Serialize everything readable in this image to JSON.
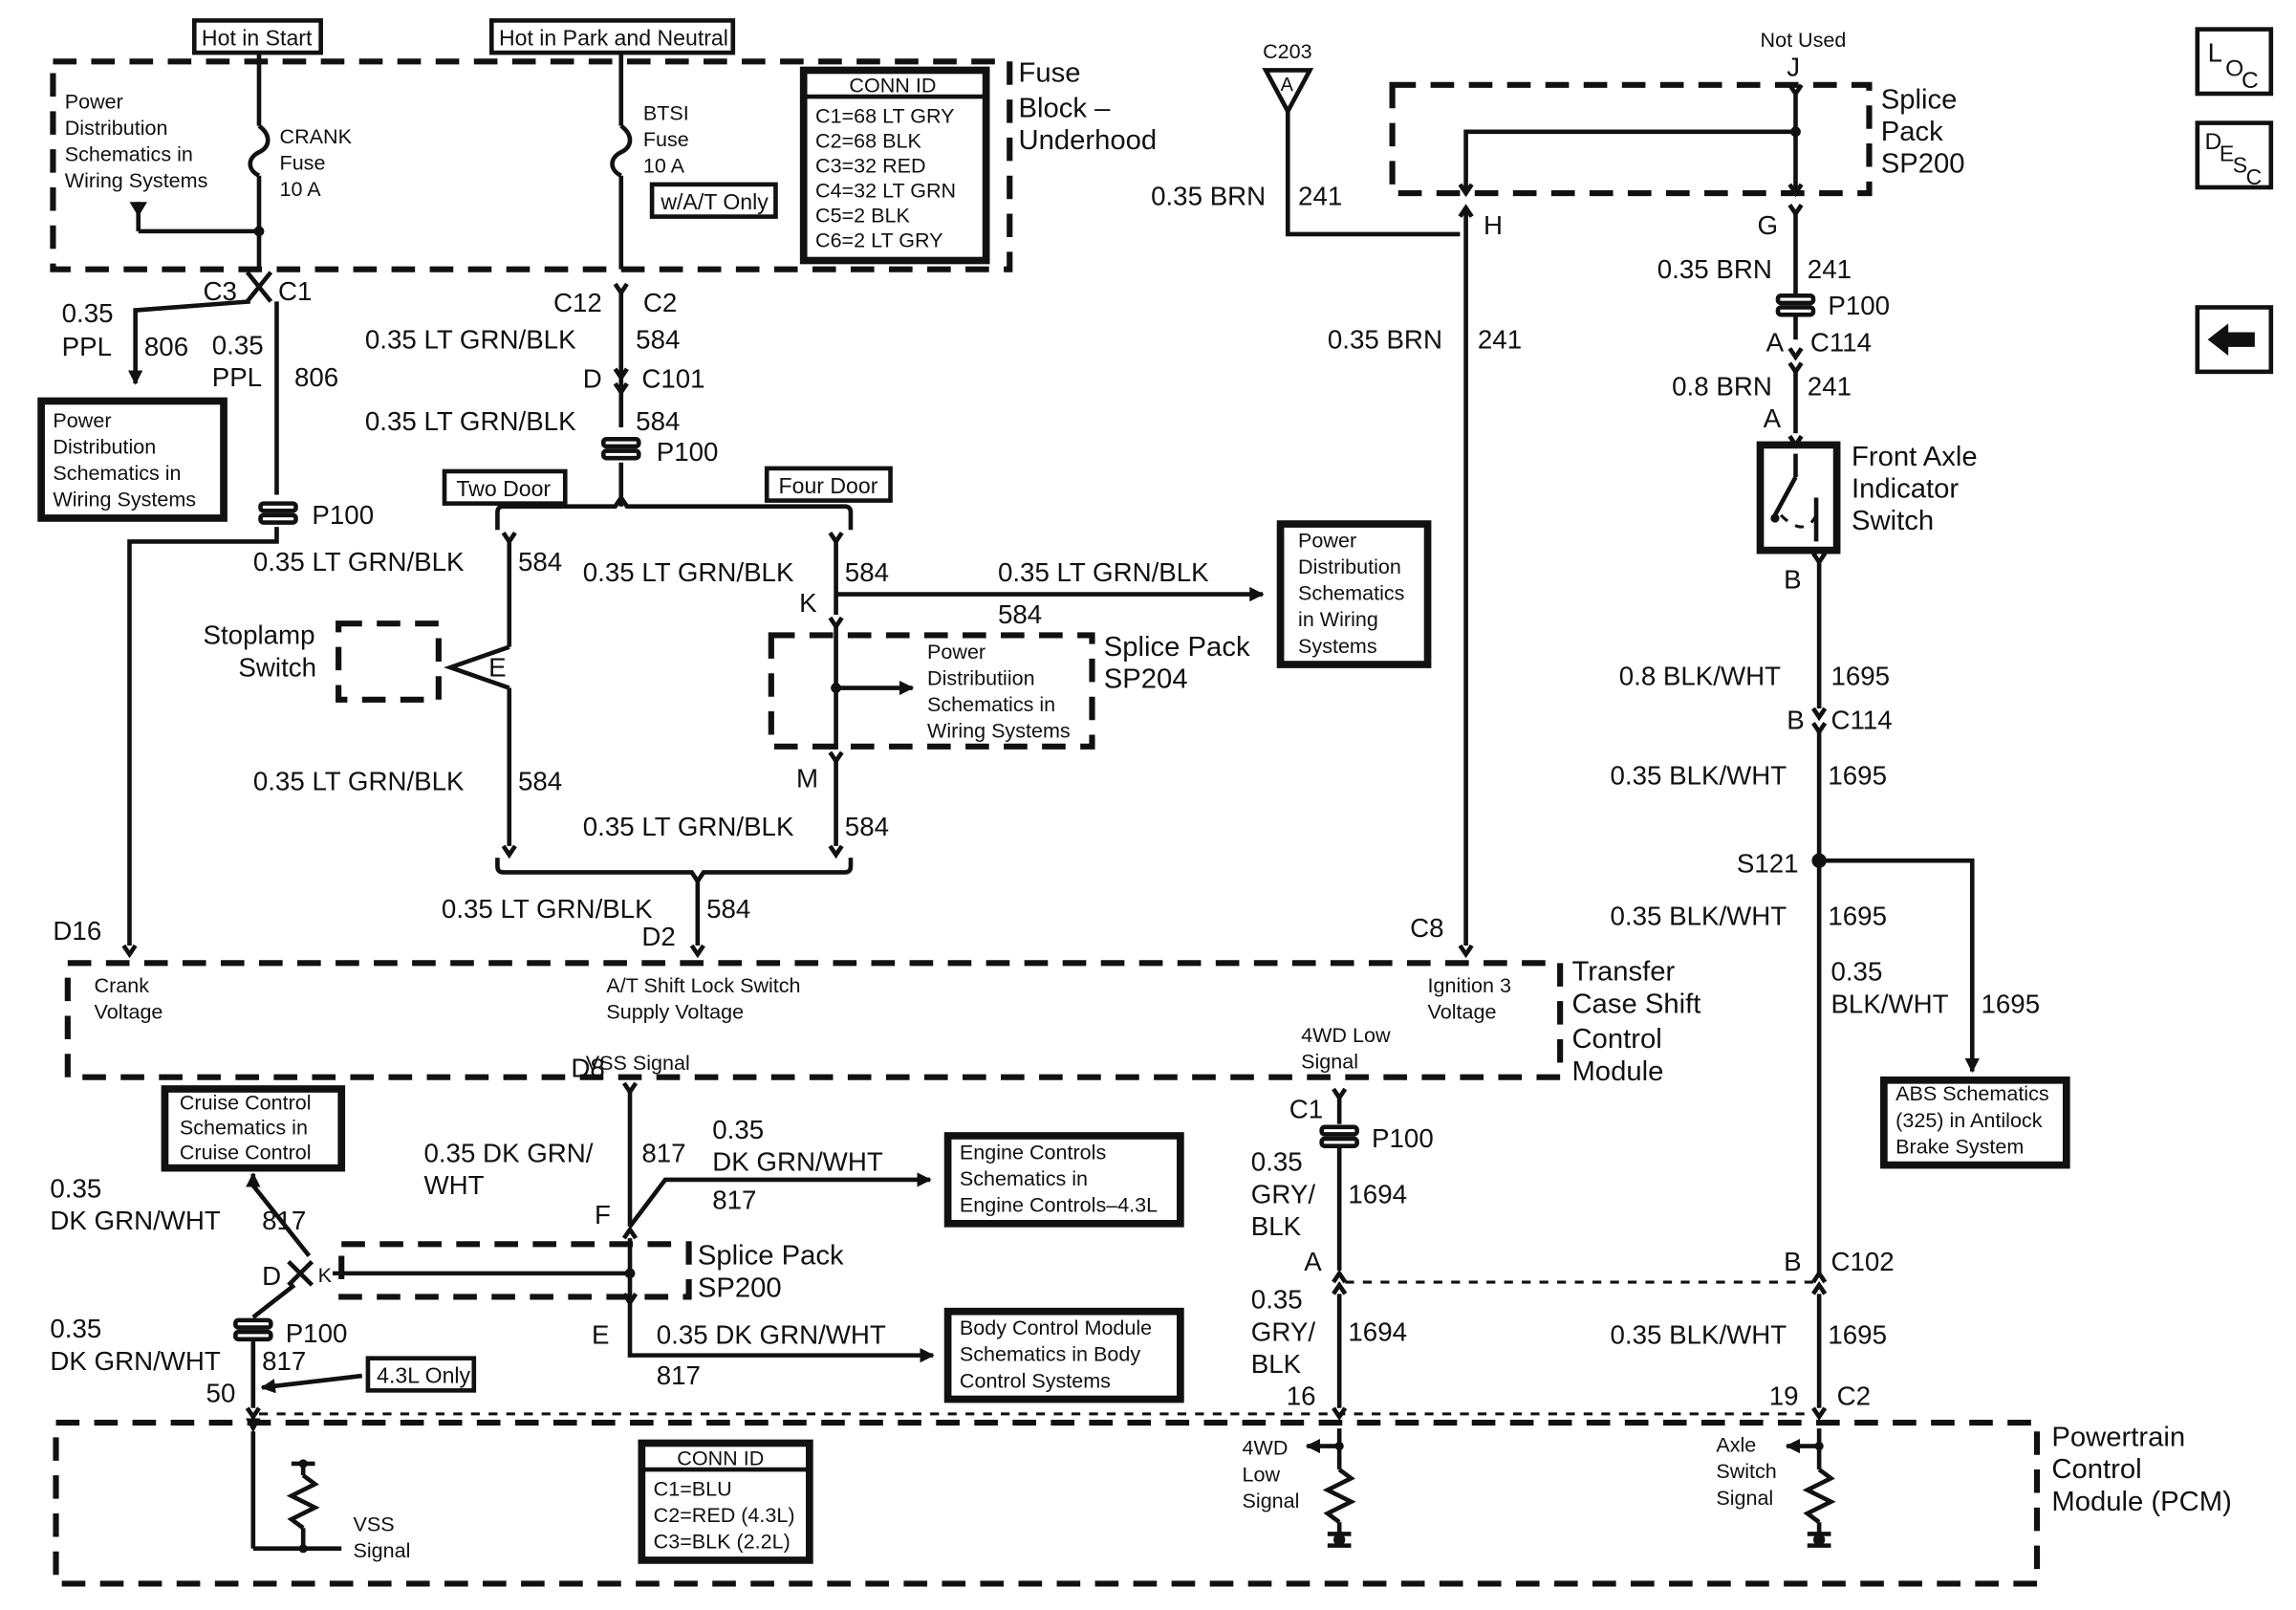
{
  "toolbar": {
    "loc_button": {
      "l": "L",
      "o": "O",
      "c": "C"
    },
    "desc_button": {
      "d": "D",
      "e": "E",
      "s": "S",
      "c": "C"
    },
    "back_icon": "left-arrow-icon"
  },
  "fuse_block": {
    "hot_in_start": "Hot in Start",
    "hot_in_park_neutral": "Hot in Park and Neutral",
    "title": [
      "Fuse",
      "Block –",
      "Underhood"
    ],
    "pds_text": [
      "Power",
      "Distribution",
      "Schematics in",
      "Wiring Systems"
    ],
    "crank_fuse": [
      "CRANK",
      "Fuse",
      "10 A"
    ],
    "btsi_fuse": [
      "BTSI",
      "Fuse",
      "10 A"
    ],
    "wat_only": "w/A/T Only",
    "conn_id": {
      "title": "CONN ID",
      "items": [
        "C1=68 LT GRY",
        "C2=68 BLK",
        "C3=32 RED",
        "C4=32 LT GRN",
        "C5=2 BLK",
        "C6=2 LT GRY"
      ]
    }
  },
  "left_branch": {
    "c3": "C3",
    "c1": "C1",
    "wire_ppl_a": [
      "0.35",
      "PPL"
    ],
    "ppl_circuit_a": "806",
    "wire_ppl_b": [
      "0.35",
      "PPL"
    ],
    "ppl_circuit_b": "806",
    "pds_box": [
      "Power",
      "Distribution",
      "Schematics in",
      "Wiring Systems"
    ],
    "p100": "P100"
  },
  "btsi_branch": {
    "c12": "C12",
    "c2": "C2",
    "wire1": "0.35 LT GRN/BLK",
    "circuit1": "584",
    "d": "D",
    "c101": "C101",
    "wire2": "0.35 LT GRN/BLK",
    "circuit2": "584",
    "p100": "P100",
    "two_door": "Two Door",
    "four_door": "Four Door",
    "wire3": "0.35 LT GRN/BLK",
    "circuit3": "584",
    "wire4": "0.35 LT GRN/BLK",
    "circuit4": "584",
    "k": "K",
    "wire5": "0.35 LT GRN/BLK",
    "circuit5": "584",
    "pds_box2": [
      "Power",
      "Distribution",
      "Schematics",
      "in Wiring",
      "Systems"
    ],
    "stoplamp": [
      "Stoplamp",
      "Switch"
    ],
    "e": "E",
    "splice_sp204": [
      "Splice Pack",
      "SP204"
    ],
    "sp204_text": [
      "Power",
      "Distributiion",
      "Schematics in",
      "Wiring Systems"
    ],
    "m": "M",
    "wire6": "0.35 LT GRN/BLK",
    "circuit6": "584",
    "wire7": "0.35 LT GRN/BLK",
    "circuit7": "584",
    "wire8": "0.35 LT GRN/BLK",
    "circuit8": "584",
    "d2": "D2"
  },
  "right_top": {
    "c203": "C203",
    "c203_pin": "A",
    "wire1": "0.35 BRN",
    "circuit1": "241",
    "h": "H",
    "not_used": "Not Used",
    "j": "J",
    "splice_sp200": [
      "Splice",
      "Pack",
      "SP200"
    ],
    "g": "G",
    "wire2": "0.35 BRN",
    "circuit2": "241",
    "p100": "P100",
    "a1": "A",
    "c114": "C114",
    "wire3": "0.8 BRN",
    "circuit3": "241",
    "a2": "A",
    "front_axle": [
      "Front Axle",
      "Indicator",
      "Switch"
    ],
    "b1": "B",
    "wire4": "0.35 BRN",
    "circuit4": "241",
    "c8": "C8",
    "wire5": "0.8 BLK/WHT",
    "circuit5": "1695",
    "b2": "B",
    "c114b": "C114",
    "wire6": "0.35 BLK/WHT",
    "circuit6": "1695",
    "s121": "S121",
    "wire7": "0.35 BLK/WHT",
    "circuit7": "1695",
    "wire8": [
      "0.35",
      "BLK/WHT"
    ],
    "circuit8": "1695",
    "abs_box": [
      "ABS Schematics",
      "(325) in Antilock",
      "Brake System"
    ]
  },
  "tcscm": {
    "d16": "D16",
    "crank_voltage": [
      "Crank",
      "Voltage"
    ],
    "at_shift": [
      "A/T Shift Lock Switch",
      "Supply Voltage"
    ],
    "ign3": [
      "Ignition 3",
      "Voltage"
    ],
    "title": [
      "Transfer",
      "Case Shift",
      "Control",
      "Module"
    ],
    "vss": "VSS Signal",
    "fwd_low": [
      "4WD Low",
      "Signal"
    ]
  },
  "bottom": {
    "cruise_box": [
      "Cruise Control",
      "Schematics in",
      "Cruise Control"
    ],
    "wire_cc": [
      "0.35",
      "DK GRN/WHT"
    ],
    "circuit_cc": "817",
    "d_left": "D",
    "k_left": "K",
    "wire_pb": [
      "0.35",
      "DK GRN/WHT"
    ],
    "circuit_pb": "817",
    "p100_left": "P100",
    "pin50": "50",
    "only_43": "4.3L Only",
    "d8": "D8",
    "wire_d8": [
      "0.35 DK GRN/",
      "WHT"
    ],
    "circuit_d8": "817",
    "wire_f": [
      "0.35",
      "DK GRN/WHT"
    ],
    "circuit_f": "817",
    "f": "F",
    "engine_box": [
      "Engine Controls",
      "Schematics in",
      "Engine Controls–4.3L"
    ],
    "splice_sp200": [
      "Splice Pack",
      "SP200"
    ],
    "e": "E",
    "wire_e": "0.35 DK GRN/WHT",
    "circuit_e": "817",
    "bcm_box": [
      "Body Control Module",
      "Schematics in Body",
      "Control Systems"
    ],
    "c1": "C1",
    "p100_mid": "P100",
    "wire_1694a": [
      "0.35",
      "GRY/",
      "BLK"
    ],
    "circuit_1694a": "1694",
    "a": "A",
    "wire_1694b": [
      "0.35",
      "GRY/",
      "BLK"
    ],
    "circuit_1694b": "1694",
    "pin16": "16",
    "b_c102": "B",
    "c102": "C102",
    "wire_1695": "0.35 BLK/WHT",
    "circuit_1695": "1695",
    "pin19": "19",
    "c2": "C2"
  },
  "pcm": {
    "title": [
      "Powertrain",
      "Control",
      "Module (PCM)"
    ],
    "conn_id": {
      "title": "CONN ID",
      "items": [
        "C1=BLU",
        "C2=RED (4.3L)",
        "C3=BLK (2.2L)"
      ]
    },
    "vss": [
      "VSS",
      "Signal"
    ],
    "fwd_low": [
      "4WD",
      "Low",
      "Signal"
    ],
    "axle_switch": [
      "Axle",
      "Switch",
      "Signal"
    ]
  }
}
